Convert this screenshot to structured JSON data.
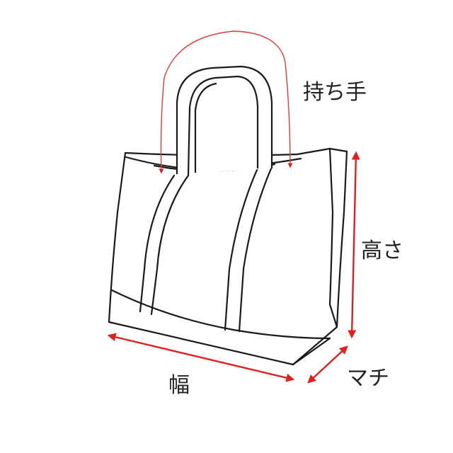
{
  "labels": {
    "handle": "持ち手",
    "height": "高さ",
    "width": "幅",
    "gusset": "マチ"
  },
  "colors": {
    "outline": "#1a1a1a",
    "handle_measure": "#e23a3a",
    "arrow": "#e11f1f",
    "text": "#222222",
    "background": "#ffffff"
  }
}
